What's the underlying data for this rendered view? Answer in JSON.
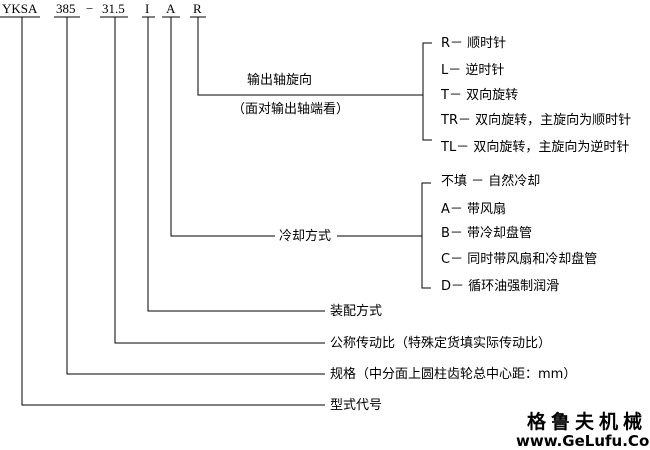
{
  "model_code": {
    "parts": [
      "YKSA",
      "385",
      "−",
      "31.5",
      "I",
      "A",
      "R"
    ]
  },
  "branches": {
    "rotation": {
      "label_line1": "输出轴旋向",
      "label_line2": "（面对输出轴端看）",
      "options": [
        "R－ 顺时针",
        "L－ 逆时针",
        "T－ 双向旋转",
        "TR－ 双向旋转，主旋向为顺时针",
        "TL－ 双向旋转，主旋向为逆时针"
      ]
    },
    "cooling": {
      "label": "冷却方式",
      "options": [
        "不填 － 自然冷却",
        "A－ 带风扇",
        "B－ 带冷却盘管",
        "C－ 同时带风扇和冷却盘管",
        "D－ 循环油强制润滑"
      ]
    },
    "assembly": {
      "label": "装配方式"
    },
    "ratio": {
      "label": "公称传动比（特殊定货填实际传动比）"
    },
    "spec": {
      "label": "规格（中分面上圆柱齿轮总中心距：mm）"
    },
    "type": {
      "label": "型式代号"
    }
  },
  "watermark": {
    "cn": "格鲁夫机械",
    "url": "www.GeLufu.Com",
    "color": "#e0452b"
  }
}
